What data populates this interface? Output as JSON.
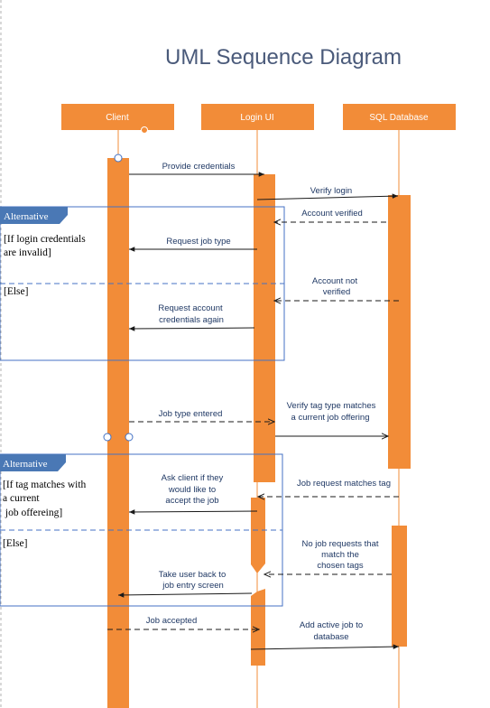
{
  "title": "UML Sequence Diagram",
  "lifelines": {
    "client": "Client",
    "login_ui": "Login UI",
    "sql_database": "SQL Database"
  },
  "messages": {
    "provide_credentials": "Provide credentials",
    "verify_login": "Verify login",
    "account_verified": "Account verified",
    "request_job_type": "Request job type",
    "account_not_verified_1": "Account not",
    "account_not_verified_2": "verified",
    "request_again_1": "Request account",
    "request_again_2": "credentials again",
    "job_type_entered": "Job type entered",
    "verify_tag_1": "Verify tag type matches",
    "verify_tag_2": "a current job offering",
    "ask_client_1": "Ask client if they",
    "ask_client_2": "would like to",
    "ask_client_3": "accept the job",
    "job_request_matches": "Job request matches tag",
    "no_job_1": "No job requests that",
    "no_job_2": "match the",
    "no_job_3": "chosen tags",
    "take_back_1": "Take user back to",
    "take_back_2": "job entry screen",
    "job_accepted": "Job accepted",
    "add_active_1": "Add active job to",
    "add_active_2": "database"
  },
  "fragments": {
    "alt1": {
      "label": "Alternative",
      "guard_1": "[If login credentials",
      "guard_2": "are invalid]",
      "else": "[Else]"
    },
    "alt2": {
      "label": "Alternative",
      "guard_1": "[If tag matches with",
      "guard_2": "a current",
      "guard_3": " job offereing]",
      "else": "[Else]"
    }
  },
  "colors": {
    "orange": "#f28c38",
    "frame_blue": "#4472c4",
    "tag_blue": "#4a78b5",
    "text_navy": "#1f3864"
  }
}
